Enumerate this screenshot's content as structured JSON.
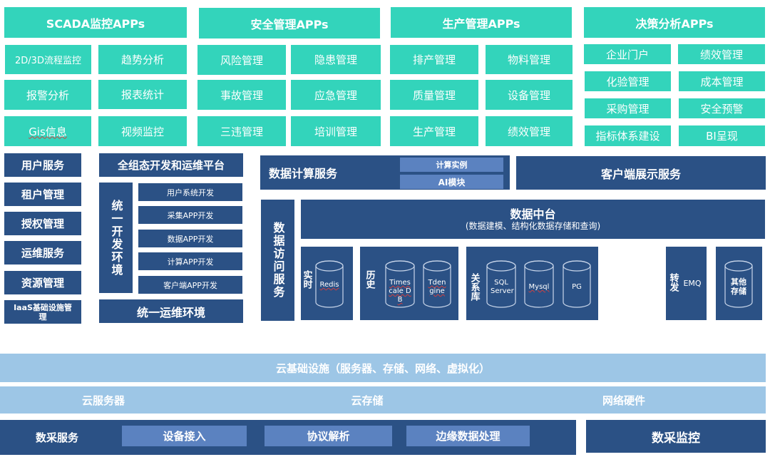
{
  "app_groups": [
    {
      "title": "SCADA监控APPs",
      "items": [
        "2D/3D流程监控",
        "趋势分析",
        "报警分析",
        "报表统计",
        "Gis信息",
        "视频监控"
      ]
    },
    {
      "title": "安全管理APPs",
      "items": [
        "风险管理",
        "隐患管理",
        "事故管理",
        "应急管理",
        "三违管理",
        "培训管理"
      ]
    },
    {
      "title": "生产管理APPs",
      "items": [
        "排产管理",
        "物料管理",
        "质量管理",
        "设备管理",
        "生产管理",
        "绩效管理"
      ]
    },
    {
      "title": "决策分析APPs",
      "items": [
        "企业门户",
        "绩效管理",
        "化验管理",
        "成本管理",
        "采购管理",
        "安全预警",
        "指标体系建设",
        "BI呈现"
      ]
    }
  ],
  "left_services": [
    "用户服务",
    "租户管理",
    "授权管理",
    "运维服务",
    "资源管理",
    "IaaS基础设施管理"
  ],
  "dev_platform": {
    "title": "全组态开发和运维平台",
    "env_label": "统一开发环境",
    "items": [
      "用户系统开发",
      "采集APP开发",
      "数据APP开发",
      "计算APP开发",
      "客户端APP开发"
    ],
    "ops_label": "统一运维环境"
  },
  "compute": {
    "title": "数据计算服务",
    "items": [
      "计算实例",
      "AI模块"
    ]
  },
  "client_display": "客户端展示服务",
  "data_access": "数据访问服务",
  "data_platform": {
    "title": "数据中台",
    "subtitle": "(数据建模、结构化数据存储和查询)"
  },
  "storage": {
    "realtime": {
      "label": "实时",
      "dbs": [
        "Redis"
      ]
    },
    "history": {
      "label": "历史",
      "dbs": [
        "Timescale DB",
        "Tdengine"
      ]
    },
    "relational": {
      "label": "关系库",
      "dbs": [
        "SQL Server",
        "Mysql",
        "PG"
      ]
    },
    "forward": {
      "label": "转发",
      "name": "EMQ"
    },
    "other": "其他存储"
  },
  "cloud": {
    "title": "云基础设施（服务器、存储、网络、虚拟化）",
    "items": [
      "云服务器",
      "云存储",
      "网络硬件"
    ]
  },
  "acquisition": {
    "title": "数采服务",
    "items": [
      "设备接入",
      "协议解析",
      "边缘数据处理"
    ],
    "monitor": "数采监控"
  },
  "colors": {
    "teal": "#33d4bb",
    "navy": "#2b5185",
    "mid_blue": "#5b82c0",
    "light_blue": "#9dc6e6"
  }
}
